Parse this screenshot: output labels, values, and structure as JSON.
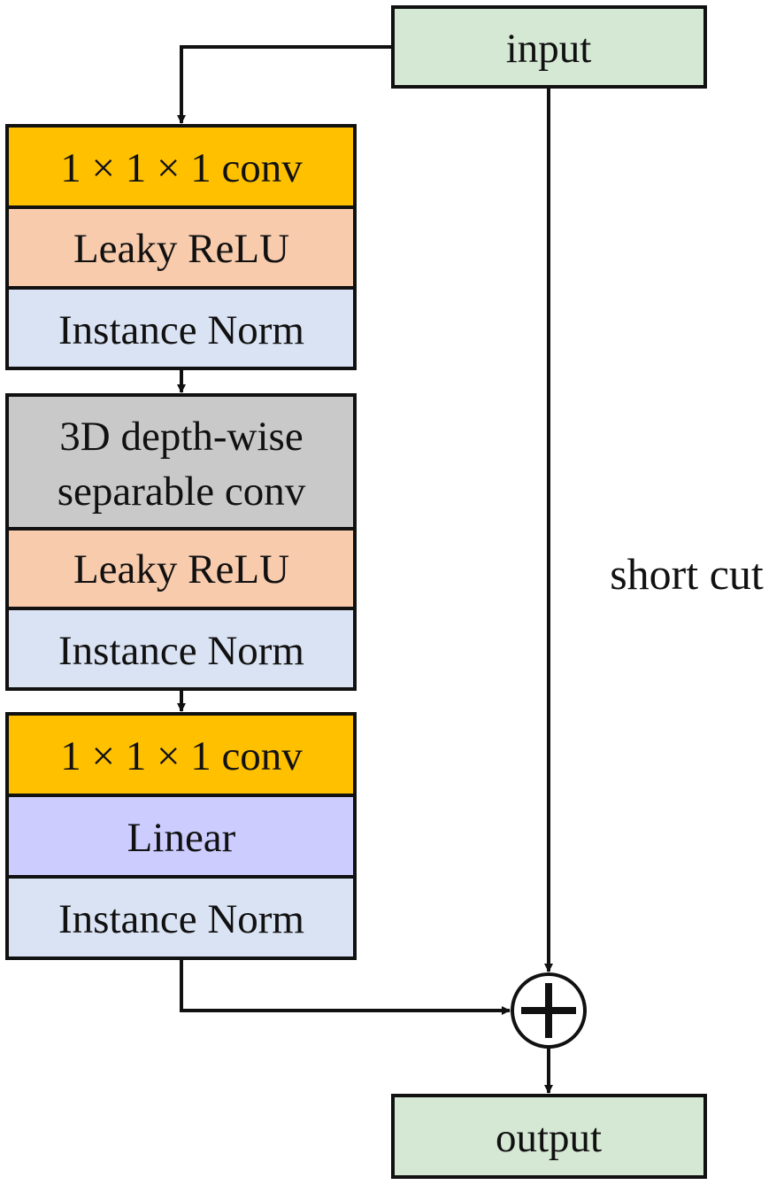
{
  "io": {
    "input": "input",
    "output": "output"
  },
  "blocks": [
    {
      "layers": [
        {
          "label": "1 × 1 × 1 conv",
          "color": "#FFC000"
        },
        {
          "label": "Leaky ReLU",
          "color": "#F8CBAD"
        },
        {
          "label": "Instance Norm",
          "color": "#DAE3F3"
        }
      ]
    },
    {
      "layers": [
        {
          "label_lines": [
            "3D depth-wise",
            "separable conv"
          ],
          "color": "#C9C9C9"
        },
        {
          "label": "Leaky ReLU",
          "color": "#F8CBAD"
        },
        {
          "label": "Instance Norm",
          "color": "#DAE3F3"
        }
      ]
    },
    {
      "layers": [
        {
          "label": "1 × 1 × 1 conv",
          "color": "#FFC000"
        },
        {
          "label": "Linear",
          "color": "#CCCCFF"
        },
        {
          "label": "Instance Norm",
          "color": "#DAE3F3"
        }
      ]
    }
  ],
  "shortcut_label": "short cut",
  "colors": {
    "io_box": "#D5E8D4",
    "stroke": "#111111"
  },
  "icons": {
    "adder": "plus-circle-icon"
  }
}
